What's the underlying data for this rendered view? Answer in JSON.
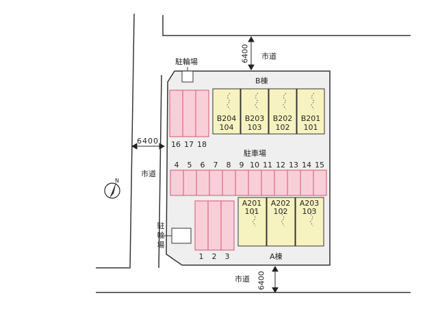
{
  "labels": {
    "b_building": "B棟",
    "a_building": "A棟",
    "bicycle_parking_top": "駐輪場",
    "bicycle_parking_left": [
      "駐",
      "輪",
      "場"
    ],
    "parking": "駐車場",
    "city_road_top": "市道",
    "city_road_left": "市道",
    "city_road_bottom": "市道",
    "north": "N"
  },
  "dimensions": {
    "top": "6400",
    "left": "6400",
    "bottom": "6400"
  },
  "parking_spaces": {
    "top_group": [
      "16",
      "17",
      "18"
    ],
    "middle_row": [
      "4",
      "5",
      "6",
      "7",
      "8",
      "9",
      "10",
      "11",
      "12",
      "13",
      "14",
      "15"
    ],
    "bottom_group": [
      "1",
      "2",
      "3"
    ]
  },
  "b_units": [
    {
      "upper": "B204",
      "lower": "104"
    },
    {
      "upper": "B203",
      "lower": "103"
    },
    {
      "upper": "B202",
      "lower": "102"
    },
    {
      "upper": "B201",
      "lower": "101"
    }
  ],
  "a_units": [
    {
      "upper": "A201",
      "lower": "101"
    },
    {
      "upper": "A202",
      "lower": "102"
    },
    {
      "upper": "A203",
      "lower": "103"
    }
  ],
  "colors": {
    "parking_fill": "#f8cfd9",
    "parking_stroke": "#d9506e",
    "unit_fill": "#f7f3c0",
    "lot_fill": "#efefef",
    "line": "#333333"
  }
}
